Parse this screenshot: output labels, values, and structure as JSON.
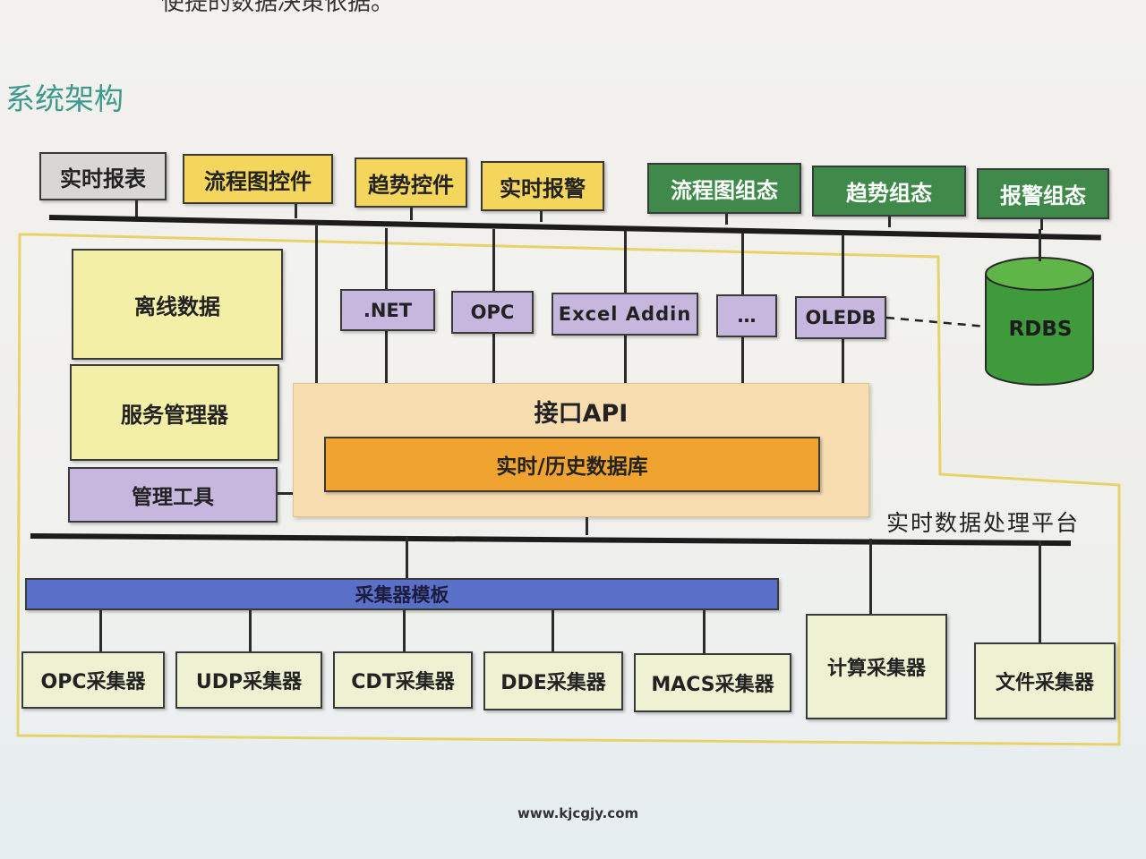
{
  "page": {
    "top_text": "使提的数据决策依据。",
    "title": "系统架构",
    "footer": "www.kjcgjy.com"
  },
  "top_clients": {
    "realtime_report": "实时报表",
    "flow_control": "流程图控件",
    "trend_control": "趋势控件",
    "realtime_alarm": "实时报警",
    "flow_config": "流程图组态",
    "trend_config": "趋势组态",
    "alarm_config": "报警组态"
  },
  "left_modules": {
    "offline_data": "离线数据",
    "service_manager": "服务管理器",
    "admin_tools": "管理工具"
  },
  "interfaces": {
    "net": ".NET",
    "opc": "OPC",
    "excel": "Excel Addin",
    "more": "…",
    "oledb": "OLEDB"
  },
  "database": {
    "rdbs": "RDBS"
  },
  "core": {
    "api": "接口API",
    "db": "实时/历史数据库",
    "platform": "实时数据处理平台"
  },
  "collectors": {
    "template": "采集器模板",
    "opc": "OPC采集器",
    "udp": "UDP采集器",
    "cdt": "CDT采集器",
    "dde": "DDE采集器",
    "macs": "MACS采集器",
    "calc": "计算采集器",
    "file": "文件采集器"
  },
  "colors": {
    "gray": "#d9d7d6",
    "yellow": "#f4d65c",
    "green": "#3f8a4a",
    "light_yellow": "#f4efa6",
    "purple": "#c7b6de",
    "orange": "#f1a330",
    "blue": "#5a6fc8",
    "cream": "#eef1d2",
    "platform_outline": "#e8d36a",
    "title_teal": "#3e9a8e"
  }
}
